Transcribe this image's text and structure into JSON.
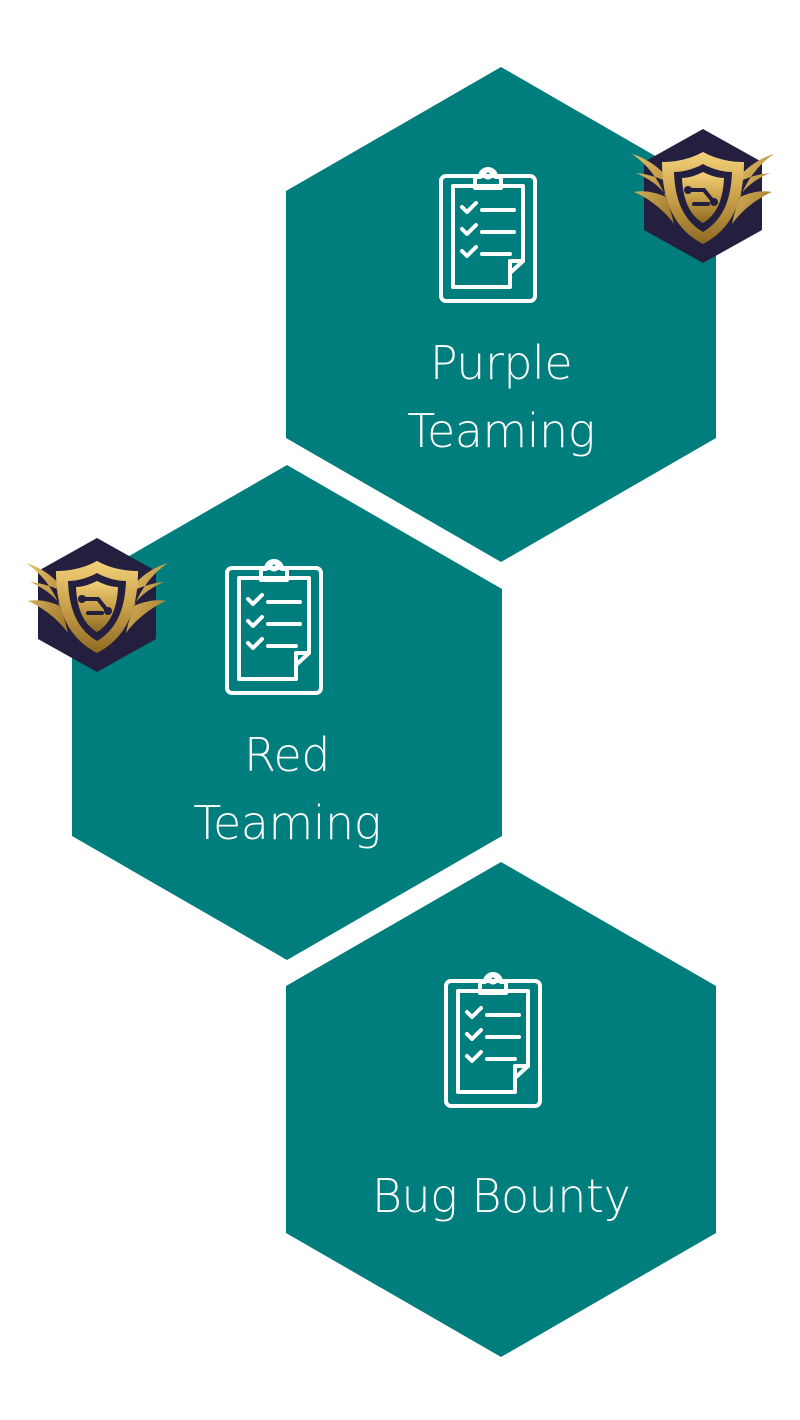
{
  "colors": {
    "hex_fill": "#007E7D",
    "icon_stroke": "#ffffff",
    "badge_dark": "#241F3E",
    "badge_gold": "#C9A04A",
    "background": "#ffffff"
  },
  "tiles": [
    {
      "id": "purple-teaming",
      "label_line1": "Purple",
      "label_line2": "Teaming",
      "icon": "clipboard-checklist-icon",
      "has_badge": true
    },
    {
      "id": "red-teaming",
      "label_line1": "Red",
      "label_line2": "Teaming",
      "icon": "clipboard-checklist-icon",
      "has_badge": true
    },
    {
      "id": "bug-bounty",
      "label_line1": "Bug Bounty",
      "icon": "clipboard-checklist-icon",
      "has_badge": false
    }
  ],
  "badge_icon": "winged-shield-badge-icon"
}
